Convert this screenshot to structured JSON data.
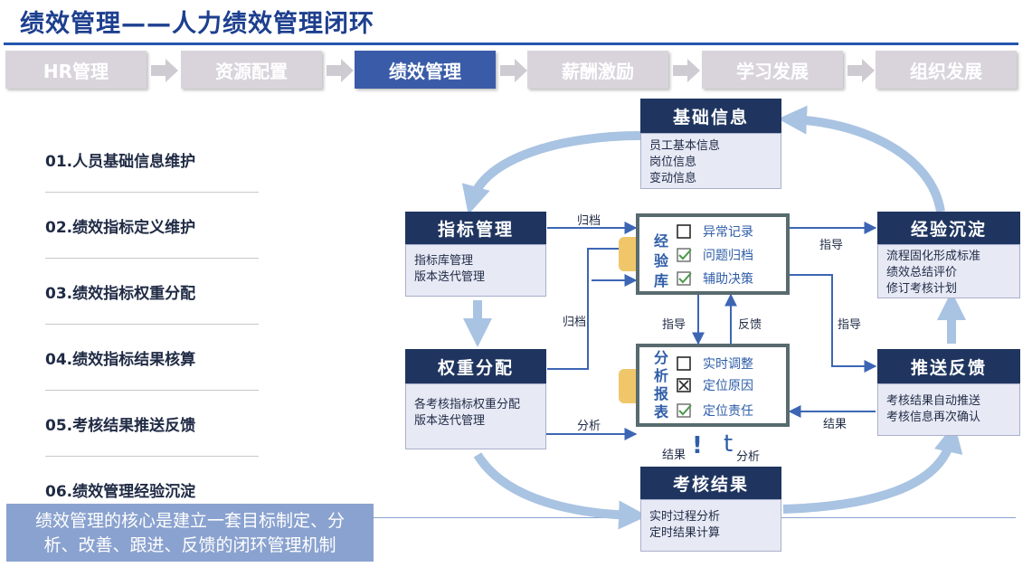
{
  "title": "绩效管理——人力绩效管理闭环",
  "flow": [
    "HR管理",
    "资源配置",
    "绩效管理",
    "薪酬激励",
    "学习发展",
    "组织发展"
  ],
  "flow_active": "绩效管理",
  "steps": [
    "01.人员基础信息维护",
    "02.绩效指标定义维护",
    "03.绩效指标权重分配",
    "04.绩效指标结果核算",
    "05.考核结果推送反馈",
    "06.绩效管理经验沉淀"
  ],
  "summary": "绩效管理的核心是建立一套目标制定、分析、改善、跟进、反馈的闭环管理机制",
  "nodes": {
    "basic": {
      "title": "基础信息",
      "lines": [
        "员工基本信息",
        "岗位信息",
        "变动信息"
      ]
    },
    "indicator": {
      "title": "指标管理",
      "lines": [
        "指标库管理",
        "版本迭代管理"
      ]
    },
    "weight": {
      "title": "权重分配",
      "lines": [
        "各考核指标权重分配",
        "版本迭代管理"
      ]
    },
    "experience": {
      "title": "经验沉淀",
      "lines": [
        "流程固化形成标准",
        "绩效总结评价",
        "修订考核计划"
      ]
    },
    "feedback": {
      "title": "推送反馈",
      "lines": [
        "考核结果自动推送",
        "考核信息再次确认"
      ]
    },
    "result": {
      "title": "考核结果",
      "lines": [
        "实时过程分析",
        "定时结果计算"
      ]
    }
  },
  "exp_lib": {
    "side": [
      "经",
      "验",
      "库"
    ],
    "items": [
      "异常记录",
      "问题归档",
      "辅助决策"
    ]
  },
  "report": {
    "side": [
      "分",
      "析",
      "报",
      "表"
    ],
    "items": [
      "实时调整",
      "定位原因",
      "定位责任"
    ]
  },
  "edges": {
    "archive1": "归档",
    "archive2": "归档",
    "guide1": "指导",
    "guide2": "指导",
    "guide3": "指导",
    "feedback": "反馈",
    "analysis1": "分析",
    "result1": "结果",
    "result2": "结果",
    "analysis2": "分析"
  },
  "colors": {
    "navy": "#1f3560",
    "accent": "#3a5ba8",
    "flow_grey": "#d9d4dc",
    "loop": "#a9c3e2",
    "clip": "#efc76a"
  }
}
